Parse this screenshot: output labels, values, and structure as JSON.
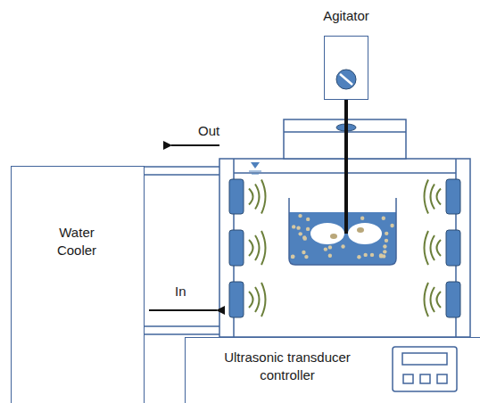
{
  "diagram": {
    "nodes": [
      {
        "text": [
          "Agitator"
        ]
      },
      {
        "text": [
          "Water Cooler"
        ]
      },
      {
        "text": [
          "Ultrasonic transducer controller"
        ]
      }
    ],
    "labels": [
      "Out",
      "In"
    ]
  }
}
